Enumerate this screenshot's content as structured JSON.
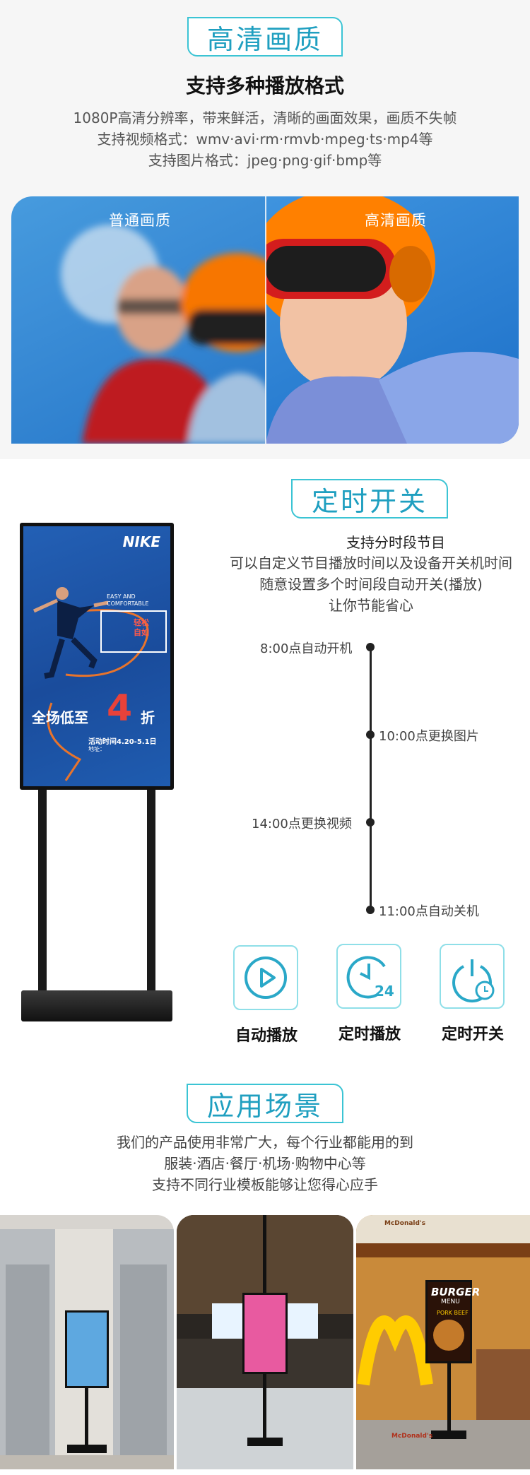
{
  "section_quality": {
    "badge": "高清画质",
    "title": "支持多种播放格式",
    "lines": [
      "1080P高清分辨率，带来鲜活，清晰的画面效果，画质不失帧",
      "支持视频格式：wmv·avi·rm·rmvb·mpeg·ts·mp4等",
      "支持图片格式：jpeg·png·gif·bmp等"
    ],
    "left_label": "普通画质",
    "right_label": "高清画质"
  },
  "section_timer": {
    "badge": "定时开关",
    "title": "支持分时段节目",
    "lines": [
      "可以自定义节目播放时间以及设备开关机时间",
      "随意设置多个时间段自动开关(播放)",
      "让你节能省心"
    ],
    "events": [
      "8:00点自动开机",
      "10:00点更换图片",
      "14:00点更换视频",
      "11:00点自动关机"
    ],
    "features": [
      {
        "label": "自动播放",
        "icon": "play-icon"
      },
      {
        "label": "定时播放",
        "icon": "clock-24-icon"
      },
      {
        "label": "定时开关",
        "icon": "power-timer-icon"
      }
    ],
    "poster": {
      "brand": "NIKE",
      "slogan1": "EASY AND",
      "slogan2": "COMFORTABLE",
      "tag1": "轻松",
      "tag2": "自如",
      "promo": "全场低至",
      "discount": "4",
      "unit": "折",
      "date": "活动时间4.20-5.1日",
      "addr": "地址："
    }
  },
  "section_scenes": {
    "badge": "应用场景",
    "lines": [
      "我们的产品使用非常广大，每个行业都能用的到",
      "服装·酒店·餐厅·机场·购物中心等",
      "支持不同行业模板能够让您得心应手"
    ],
    "mc_sign1": "McDonald's",
    "mc_sign2": "McDonald's",
    "burger_title": "BURGER",
    "burger_menu": "MENU",
    "burger_sub": "PORK BEEF"
  },
  "colors": {
    "accent": "#3bc4d4",
    "badge_text": "#1f9fc0",
    "sale_red": "#e8423a"
  }
}
